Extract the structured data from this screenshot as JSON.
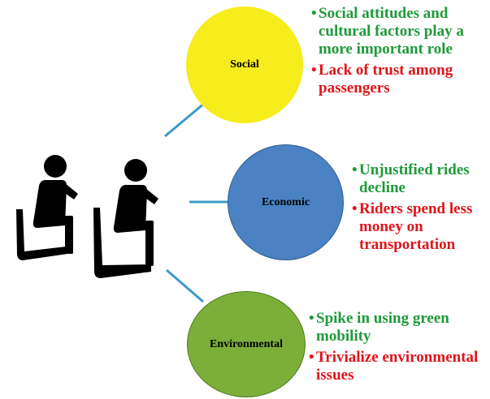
{
  "colors": {
    "social_circle": "#f7ec1c",
    "economic_circle": "#4a82c4",
    "environmental_circle": "#7cae3a",
    "connector": "#3b9bc9",
    "positive_text": "#1f9a3a",
    "negative_text": "#e0141a",
    "icon": "#000000"
  },
  "people_icon": "two-seated-passengers-icon",
  "social": {
    "label": "Social",
    "points": [
      {
        "text": "Social attitudes and cultural factors play a more important role",
        "tone": "positive"
      },
      {
        "text": "Lack of trust among passengers",
        "tone": "negative"
      }
    ]
  },
  "economic": {
    "label": "Economic",
    "points": [
      {
        "text": "Unjustified rides decline",
        "tone": "positive"
      },
      {
        "text": "Riders spend less money on transportation",
        "tone": "negative"
      }
    ]
  },
  "environmental": {
    "label": "Environmental",
    "points": [
      {
        "text": "Spike in using green mobility",
        "tone": "positive"
      },
      {
        "text": "Trivialize environmental issues",
        "tone": "negative"
      }
    ]
  }
}
